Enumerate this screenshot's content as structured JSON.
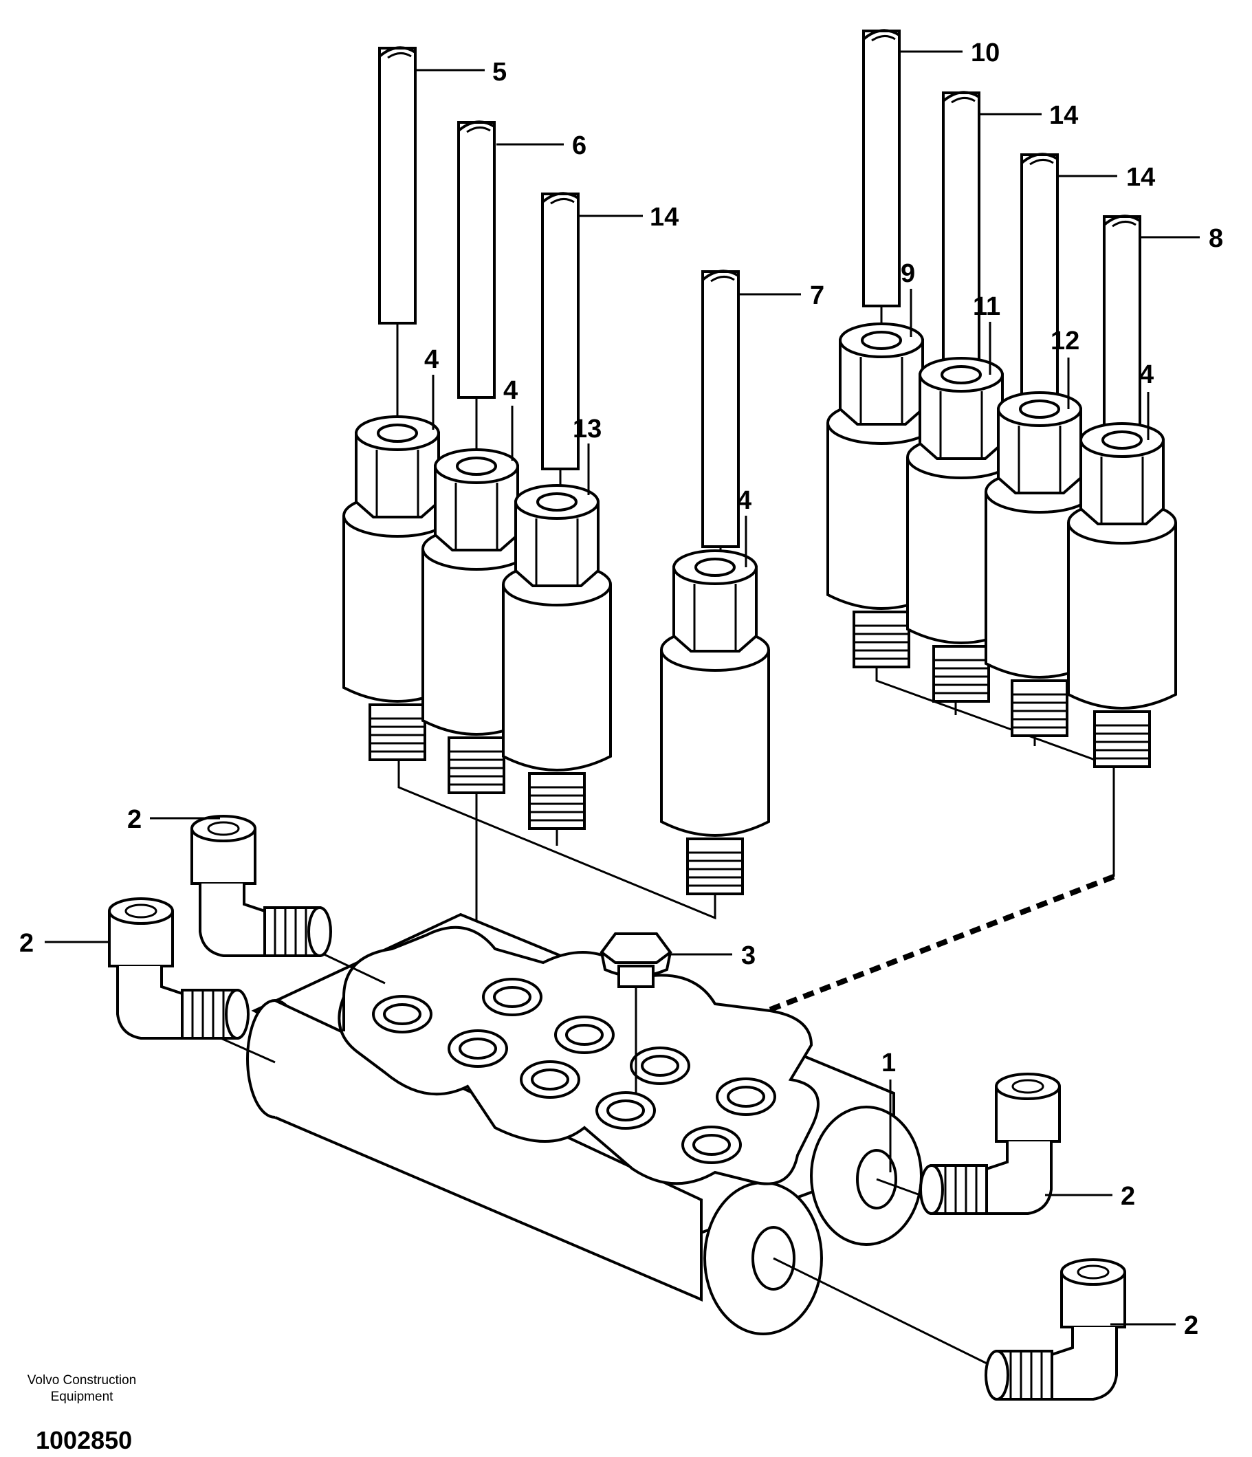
{
  "diagram": {
    "callouts": [
      {
        "id": "c5",
        "text": "5"
      },
      {
        "id": "c6",
        "text": "6"
      },
      {
        "id": "c14a",
        "text": "14"
      },
      {
        "id": "c7",
        "text": "7"
      },
      {
        "id": "c10",
        "text": "10"
      },
      {
        "id": "c14b",
        "text": "14"
      },
      {
        "id": "c14c",
        "text": "14"
      },
      {
        "id": "c8",
        "text": "8"
      },
      {
        "id": "c9",
        "text": "9"
      },
      {
        "id": "c11",
        "text": "11"
      },
      {
        "id": "c12",
        "text": "12"
      },
      {
        "id": "c4a",
        "text": "4"
      },
      {
        "id": "c4b",
        "text": "4"
      },
      {
        "id": "c13",
        "text": "13"
      },
      {
        "id": "c4c",
        "text": "4"
      },
      {
        "id": "c4d",
        "text": "4"
      },
      {
        "id": "c2a",
        "text": "2"
      },
      {
        "id": "c2b",
        "text": "2"
      },
      {
        "id": "c3",
        "text": "3"
      },
      {
        "id": "c1",
        "text": "1"
      },
      {
        "id": "c2c",
        "text": "2"
      },
      {
        "id": "c2d",
        "text": "2"
      }
    ]
  },
  "footer": {
    "brand_line1": "Volvo Construction",
    "brand_line2": "Equipment",
    "drawing_number": "1002850"
  },
  "style": {
    "line_color": "#000000",
    "background": "#ffffff"
  }
}
